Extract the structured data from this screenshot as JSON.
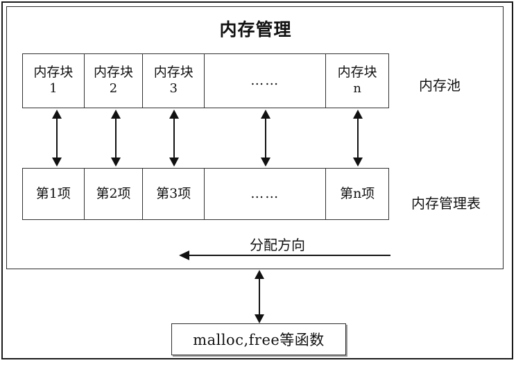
{
  "diagram": {
    "title": "内存管理",
    "memory_pool": {
      "side_label": "内存池",
      "cells": [
        {
          "line1": "内存块",
          "line2": "1"
        },
        {
          "line1": "内存块",
          "line2": "2"
        },
        {
          "line1": "内存块",
          "line2": "3"
        },
        {
          "line1": "……",
          "line2": ""
        },
        {
          "line1": "内存块",
          "line2": "n"
        }
      ]
    },
    "management_table": {
      "side_label": "内存管理表",
      "cells": [
        {
          "text": "第1项"
        },
        {
          "text": "第2项"
        },
        {
          "text": "第3项"
        },
        {
          "text": "……"
        },
        {
          "text": "第n项"
        }
      ]
    },
    "allocation": {
      "label": "分配方向",
      "direction": "left"
    },
    "functions_box": {
      "text": "malloc,free等函数"
    },
    "link_arrows": {
      "count": 5,
      "style": "double-headed-vertical"
    },
    "bottom_link_arrow": {
      "style": "double-headed-vertical"
    },
    "colors": {
      "line": "#111111",
      "border": "#2b2b2b",
      "background": "#ffffff"
    }
  }
}
